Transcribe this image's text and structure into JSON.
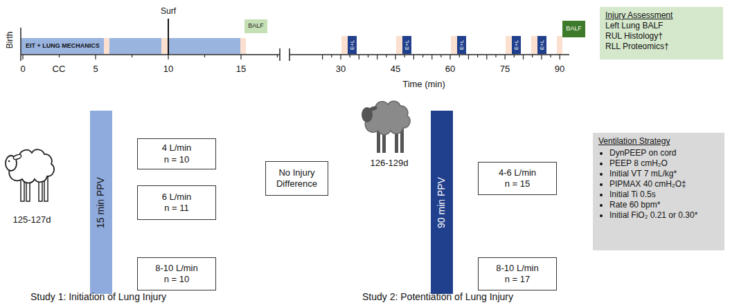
{
  "diagram": {
    "nodes": [
      {
        "text": [
          "EIT + LUNG MECHANICS"
        ]
      },
      {
        "text": [
          "BALF"
        ]
      },
      {
        "text": [
          "E+L"
        ]
      },
      {
        "text": [
          "E+L"
        ]
      },
      {
        "text": [
          "E+L"
        ]
      },
      {
        "text": [
          "E+L"
        ]
      },
      {
        "text": [
          "E+L"
        ]
      },
      {
        "text": [
          "BALF"
        ]
      },
      {
        "text": [
          "Injury Assessment",
          "Left Lung BALF",
          "RUL Histology†",
          "RLL Proteomics†"
        ]
      },
      {
        "text": [
          "15 min PPV"
        ]
      },
      {
        "text": [
          "4 L/min",
          "n = 10"
        ]
      },
      {
        "text": [
          "6 L/min",
          "n = 11"
        ]
      },
      {
        "text": [
          "8-10 L/min",
          "n = 10"
        ]
      },
      {
        "text": [
          "No Injury Difference"
        ]
      },
      {
        "text": [
          "90 min PPV"
        ]
      },
      {
        "text": [
          "4-6 L/min",
          "n = 15"
        ]
      },
      {
        "text": [
          "8-10 L/min",
          "n = 17"
        ]
      },
      {
        "text": [
          "Ventilation Strategy",
          "DynPEEP on cord",
          "PEEP 8 cmH₂O",
          "Initial VT 7 mL/kg*",
          "PIPMAX 40 cmH₂O‡",
          "Initial Ti 0.5s",
          "Rate 60 bpm*",
          "Initial FiO₂ 0.21 or 0.30*"
        ]
      }
    ],
    "edges": [
      {
        "from": 9,
        "to": 10,
        "arrow": "to"
      },
      {
        "from": 9,
        "to": 11,
        "arrow": "to"
      },
      {
        "from": 9,
        "to": 12,
        "arrow": "to"
      },
      {
        "from": 10,
        "to": 13,
        "arrow": "to"
      },
      {
        "from": 11,
        "to": 13,
        "arrow": "to"
      },
      {
        "from": 13,
        "to": 14,
        "arrow": "none"
      },
      {
        "from": 14,
        "to": 15,
        "arrow": "to"
      },
      {
        "from": 12,
        "to": 14,
        "arrow": "none"
      },
      {
        "from": 14,
        "to": 16,
        "arrow": "to"
      }
    ],
    "labels": [
      "Birth",
      "0",
      "5",
      "10",
      "15",
      "CC",
      "Surf",
      "30",
      "45",
      "60",
      "75",
      "90",
      "Time (min)",
      "125-127d",
      "126-129d",
      "Study 1: Initiation of Lung Injury",
      "Study 2: Potentiation of Lung Injury"
    ]
  }
}
